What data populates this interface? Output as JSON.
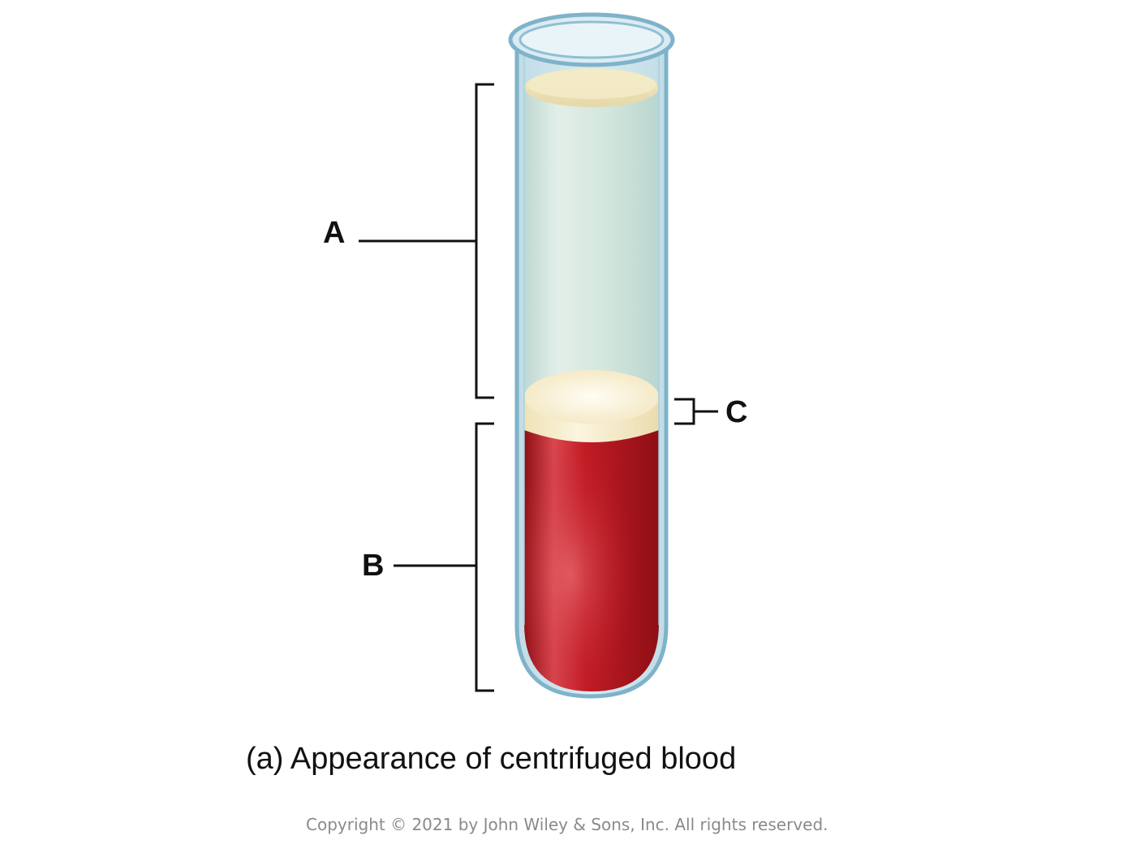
{
  "labels": {
    "a": "A",
    "b": "B",
    "c": "C"
  },
  "caption": "(a) Appearance of centrifuged blood",
  "copyright": "Copyright © 2021 by John Wiley & Sons, Inc. All rights reserved.",
  "colors": {
    "plasma": "#cfe6dc",
    "buffy_coat": "#f7efd0",
    "red_cells": "#b3141c",
    "glass": "#8fc3d8"
  }
}
